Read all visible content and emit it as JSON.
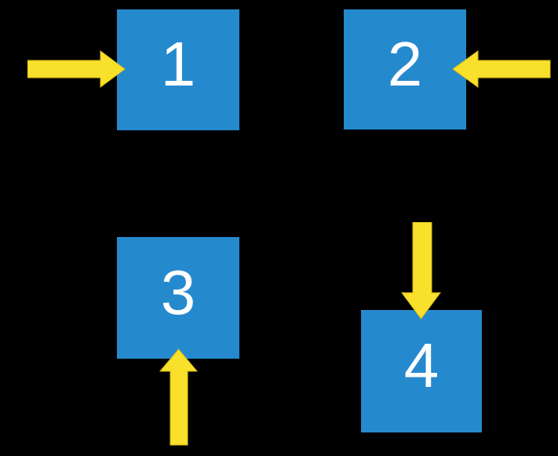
{
  "colors": {
    "page_bg": "#000000",
    "square_fill": "#2589CD",
    "arrow_fill": "#F8E02B",
    "arrow_stroke": "#D9BC14",
    "label_color": "#FFFFFF"
  },
  "squares": [
    {
      "label": "1"
    },
    {
      "label": "2"
    },
    {
      "label": "3"
    },
    {
      "label": "4"
    }
  ],
  "arrows": [
    {
      "target": "1",
      "direction": "right"
    },
    {
      "target": "2",
      "direction": "left"
    },
    {
      "target": "3",
      "direction": "up"
    },
    {
      "target": "4",
      "direction": "down"
    }
  ]
}
